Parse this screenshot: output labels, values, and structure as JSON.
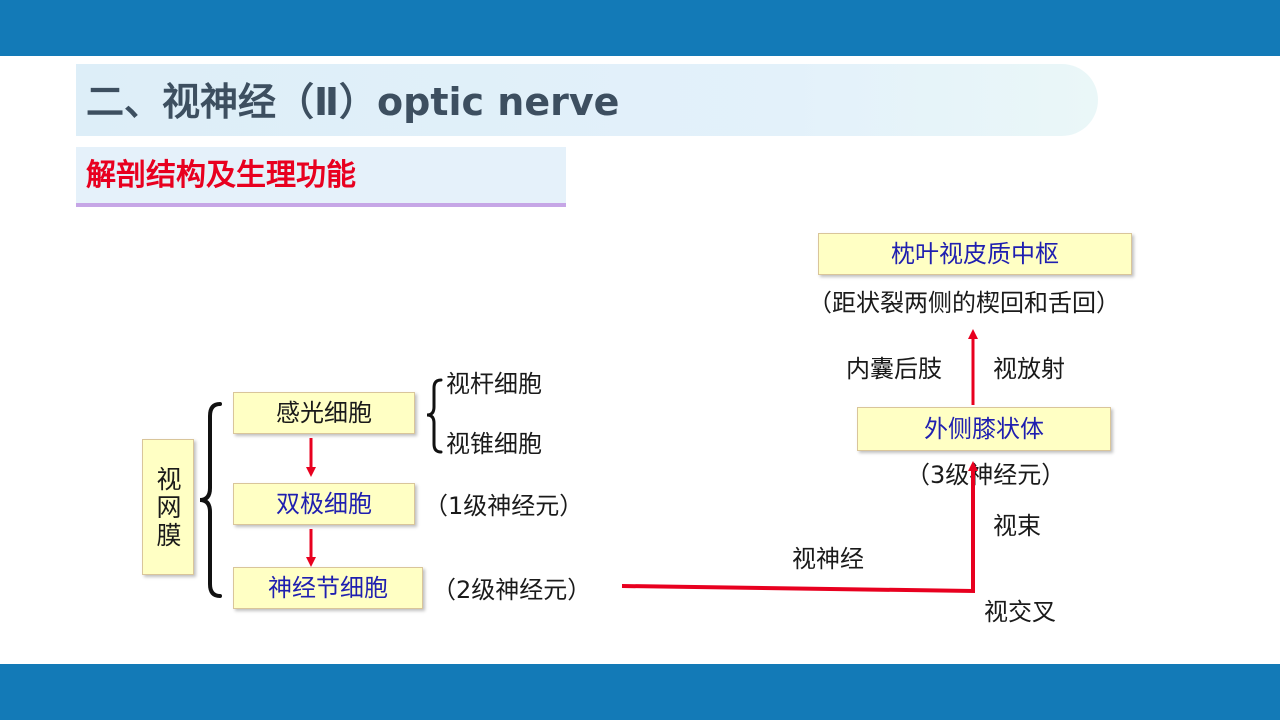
{
  "title": "二、视神经（Ⅱ）optic nerve",
  "subtitle": "解剖结构及生理功能",
  "retina_label": "视网膜",
  "cells": {
    "photoreceptor": "感光细胞",
    "rod": "视杆细胞",
    "cone": "视锥细胞",
    "bipolar": "双极细胞",
    "bipolar_note": "（1级神经元）",
    "ganglion": "神经节细胞",
    "ganglion_note": "（2级神经元）"
  },
  "pathway": {
    "optic_nerve": "视神经",
    "chiasm": "视交叉",
    "tract": "视束",
    "lgn": "外侧膝状体",
    "lgn_note": "（3级神经元）",
    "internal_capsule": "内囊后肢",
    "radiation": "视放射",
    "cortex": "枕叶视皮质中枢",
    "cortex_note": "（距状裂两侧的楔回和舌回）"
  },
  "colors": {
    "header_bar": "#137ab7",
    "subtitle_red": "#e8001f",
    "arrow_red": "#e8001f",
    "box_fill": "#ffffc4",
    "blue_text": "#1f1fb0"
  }
}
